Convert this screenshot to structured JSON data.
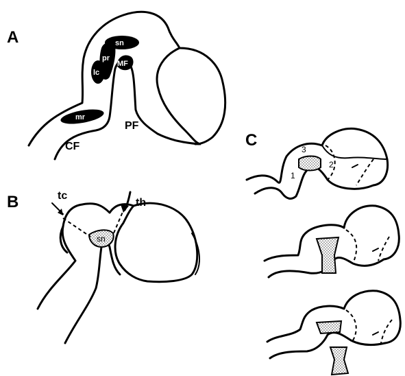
{
  "panels": {
    "a": {
      "letter": "A",
      "nuclei": {
        "sn": "sn",
        "pr": "pr",
        "lc": "lc",
        "mr": "mr",
        "mf": "MF"
      },
      "regions": {
        "pf": "PF",
        "cf": "CF"
      }
    },
    "b": {
      "letter": "B",
      "labels": {
        "tc": "tc",
        "th": "th",
        "sn": "sn"
      }
    },
    "c": {
      "letter": "C",
      "numbers": {
        "n1": "1",
        "n2": "2",
        "n3": "3"
      }
    }
  }
}
